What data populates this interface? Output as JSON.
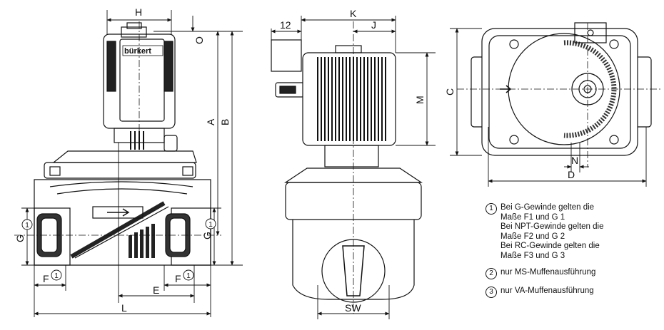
{
  "brand": "bürkert",
  "dimensions": {
    "H": "H",
    "O": "O",
    "A": "A",
    "B": "B",
    "G_left": "G",
    "G_right": "G",
    "F_left": "F",
    "F_right": "F",
    "E": "E",
    "L": "L",
    "twelve": "12",
    "K": "K",
    "J": "J",
    "M": "M",
    "SW": "SW",
    "C": "C",
    "N": "N",
    "D": "D",
    "ref_marker": "1"
  },
  "notes": [
    {
      "num": "1",
      "lines": [
        "Bei G-Gewinde gelten die",
        "Maße F1 und G 1",
        "Bei NPT-Gewinde gelten die",
        "Maße F2 und G 2",
        "Bei RC-Gewinde gelten die",
        "Maße F3 und G 3"
      ]
    },
    {
      "num": "2",
      "lines": [
        "nur MS-Muffenausführung"
      ]
    },
    {
      "num": "3",
      "lines": [
        "nur VA-Muffenausführung"
      ]
    }
  ]
}
